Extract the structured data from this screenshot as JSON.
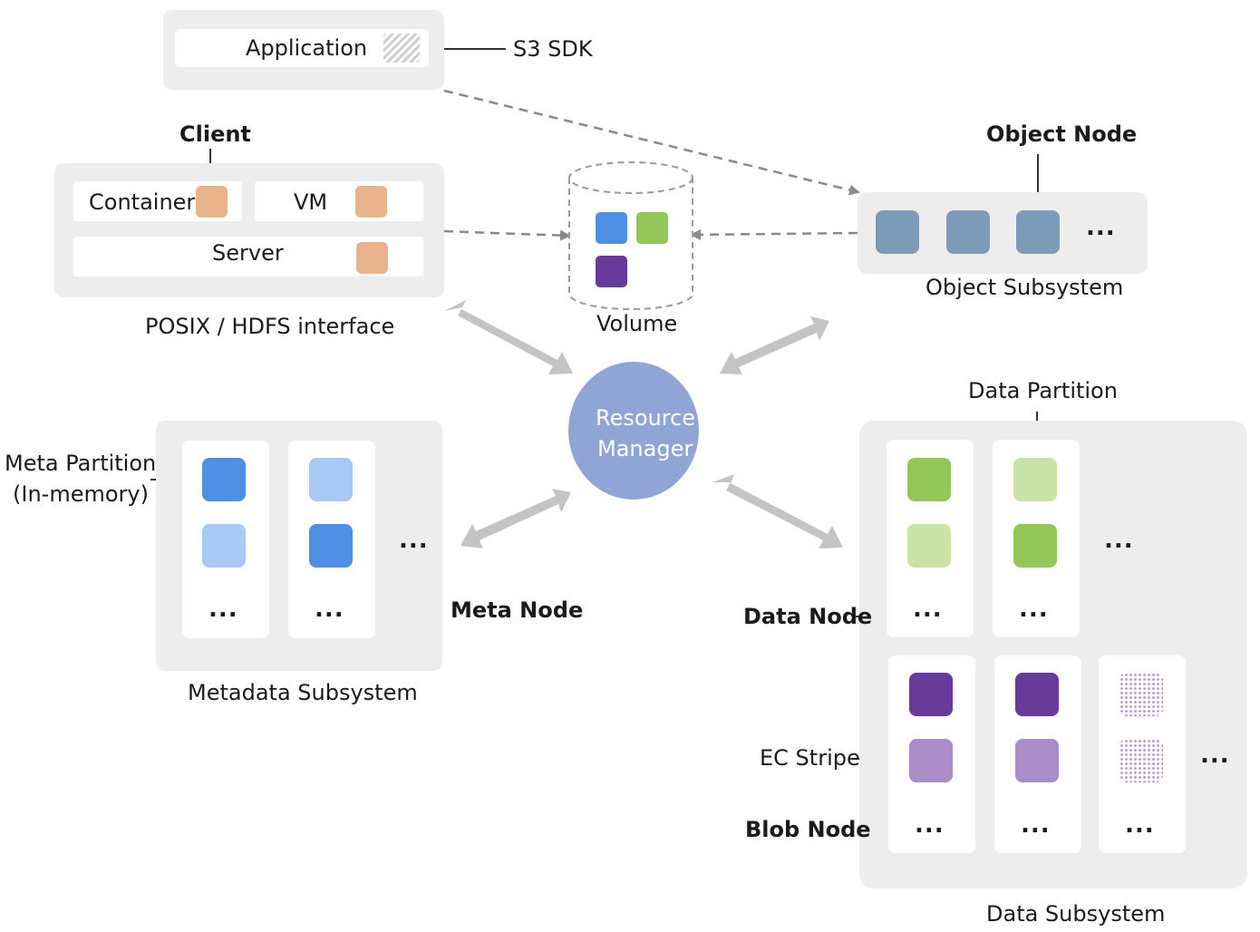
{
  "app": {
    "application_label": "Application",
    "s3_sdk_label": "S3 SDK"
  },
  "client": {
    "title": "Client",
    "container_label": "Container",
    "vm_label": "VM",
    "server_label": "Server",
    "interface_label": "POSIX / HDFS interface"
  },
  "volume": {
    "label": "Volume"
  },
  "object": {
    "title": "Object Node",
    "more": "...",
    "subsystem_label": "Object Subsystem"
  },
  "resource_manager": {
    "line1": "Resource",
    "line2": "Manager"
  },
  "metadata": {
    "partition_line1": "Meta Partition",
    "partition_line2": "(In-memory)",
    "node_label": "Meta Node",
    "subsystem_label": "Metadata Subsystem",
    "more": "..."
  },
  "data": {
    "partition_label": "Data Partition",
    "data_node_label": "Data Node",
    "ec_stripe_label": "EC Stripe",
    "blob_node_label": "Blob Node",
    "subsystem_label": "Data Subsystem",
    "more": "..."
  },
  "colors": {
    "panel": "#ededed",
    "orange": "#e9b38b",
    "blue": "#4f8fe3",
    "light_blue": "#a7c9f3",
    "green": "#93c75a",
    "light_green": "#cae4a8",
    "purple": "#6a3a9b",
    "light_purple": "#a98cc8",
    "slate_blue": "#7b9bb8",
    "resource_manager": "#8ea5d6",
    "arrow": "#c4c4c4"
  }
}
